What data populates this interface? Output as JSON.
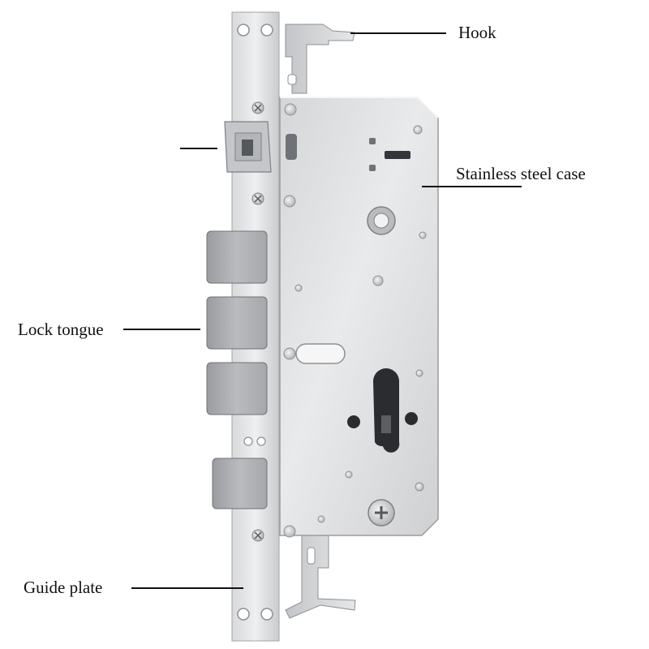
{
  "labels": {
    "hook": "Hook",
    "stainless_steel_case": "Stainless steel case",
    "lock_tongue": "Lock tongue",
    "guide_plate": "Guide plate"
  },
  "colors": {
    "background": "#ffffff",
    "steel_light": "#e3e4e6",
    "steel_mid": "#c6c8cb",
    "steel_dark": "#8d9094",
    "leader_line": "#111111"
  }
}
